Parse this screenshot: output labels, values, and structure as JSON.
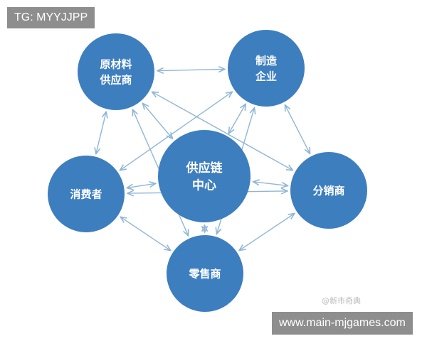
{
  "overlay": {
    "tg_label": "TG: MYYJJPP",
    "site_label": "www.main-mjgames.com",
    "watermark": "@新市奇典"
  },
  "colors": {
    "node_fill": "#3d7ebf",
    "arrow": "#8fb6d7",
    "overlay_bg": "#8e8e8e"
  },
  "nodes": [
    {
      "id": "raw",
      "lines": [
        "原材料",
        "供应商"
      ]
    },
    {
      "id": "mfg",
      "lines": [
        "制造",
        "企业"
      ]
    },
    {
      "id": "cons",
      "lines": [
        "消费者"
      ]
    },
    {
      "id": "core",
      "lines": [
        "供应链",
        "中心"
      ]
    },
    {
      "id": "dist",
      "lines": [
        "分销商"
      ]
    },
    {
      "id": "retail",
      "lines": [
        "零售商"
      ]
    }
  ],
  "edges": [
    [
      "raw",
      "mfg"
    ],
    [
      "raw",
      "cons"
    ],
    [
      "raw",
      "dist"
    ],
    [
      "raw",
      "retail"
    ],
    [
      "raw",
      "core"
    ],
    [
      "mfg",
      "cons"
    ],
    [
      "mfg",
      "dist"
    ],
    [
      "mfg",
      "retail"
    ],
    [
      "mfg",
      "core"
    ],
    [
      "cons",
      "dist"
    ],
    [
      "cons",
      "retail"
    ],
    [
      "cons",
      "core"
    ],
    [
      "dist",
      "retail"
    ],
    [
      "dist",
      "core"
    ],
    [
      "retail",
      "core"
    ]
  ]
}
